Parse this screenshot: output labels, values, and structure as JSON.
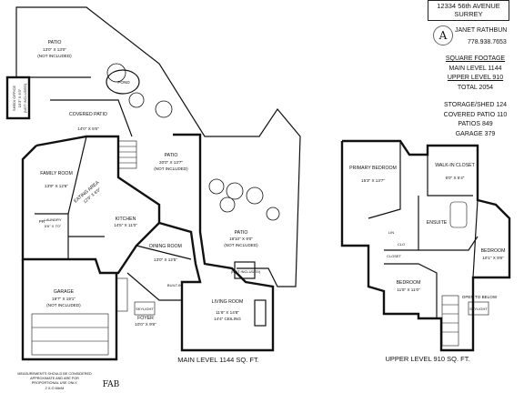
{
  "header": {
    "address_line1": "12334 56th AVENUE",
    "address_line2": "SURREY",
    "agent_name": "JANET RATHBUN",
    "agent_phone": "778.938.7653",
    "logo_letter": "A"
  },
  "square_footage": {
    "title": "SQUARE FOOTAGE",
    "main_level": "MAIN LEVEL 1144",
    "upper_level": "UPPER LEVEL 910",
    "total": "TOTAL 2054",
    "storage": "STORAGE/SHED 124",
    "covered_patio": "COVERED PATIO 110",
    "patios": "PATIOS 849",
    "garage": "GARAGE 379"
  },
  "main_level": {
    "caption": "MAIN LEVEL 1144 SQ. FT.",
    "patio_top": {
      "name": "PATIO",
      "dims": "13'0\" X 13'0\"",
      "note": "(NOT INCLUDED)"
    },
    "pond": "POND",
    "shed": {
      "name": "SHED/ OFFICE",
      "dims": "10'3\" X 6'3\"",
      "note": "(NOT INCLUDED)"
    },
    "covered_patio": {
      "name": "COVERED PATIO",
      "dims": "14'0\" X 5'6\""
    },
    "patio_mid": {
      "name": "PATIO",
      "dims": "20'0\" X 13'7\"",
      "note": "(NOT INCLUDED)"
    },
    "family_room": {
      "name": "FAMILY ROOM",
      "dims": "13'9\" X 12'6\""
    },
    "eating_area": {
      "name": "EATING AREA",
      "dims": "12'9\" X 6'0\""
    },
    "kitchen": {
      "name": "KITCHEN",
      "dims": "14'5\" X 11'0\""
    },
    "patio_right": {
      "name": "PATIO",
      "dims": "18'10\" X 9'0\"",
      "note": "(NOT INCLUDED)"
    },
    "laundry": {
      "name": "LAUNDRY",
      "dims": "5'6\" X 7'0\""
    },
    "pr": "PR",
    "dining_room": {
      "name": "DINING ROOM",
      "dims": "13'0\" X 12'5\""
    },
    "built_in": "BUILT-IN",
    "not_included": "(NOT INCLUDED)",
    "garage": {
      "name": "GARAGE",
      "dims": "19'7\" X 19'1\"",
      "note": "(NOT INCLUDED)"
    },
    "skylight": "SKYLIGHT",
    "foyer": {
      "name": "FOYER",
      "dims": "10'0\" X 9'8\""
    },
    "living_room": {
      "name": "LIVING ROOM",
      "dims": "11'6\" X 14'8\"",
      "ceiling": "14'4\" CEILING"
    }
  },
  "upper_level": {
    "caption": "UPPER LEVEL 910 SQ. FT.",
    "primary_bedroom": {
      "name": "PRIMARY BEDROOM",
      "dims": "15'3\" X 13'7\""
    },
    "walk_in": {
      "name": "WALK-IN CLOSET",
      "dims": "6'0\" X 5'4\""
    },
    "ensuite": "ENSUITE",
    "bedroom_right": {
      "name": "BEDROOM",
      "dims": "10'1\" X 9'8\""
    },
    "bedroom_bottom": {
      "name": "BEDROOM",
      "dims": "11'5\" X 11'0\""
    },
    "closet": "CLOSET",
    "clo": "CLO",
    "linen": "LIN",
    "skylight": "SKYLIGHT",
    "open_below": "OPEN TO BELOW"
  },
  "disclaimer": [
    "MEASUREMENTS SHOULD BE CONSIDERED",
    "APPROXIMATE AND ARE FOR",
    "PROPORTIONAL USE ONLY."
  ],
  "credit": "2 X-O Mtr/M",
  "brand_mark": "FAB"
}
